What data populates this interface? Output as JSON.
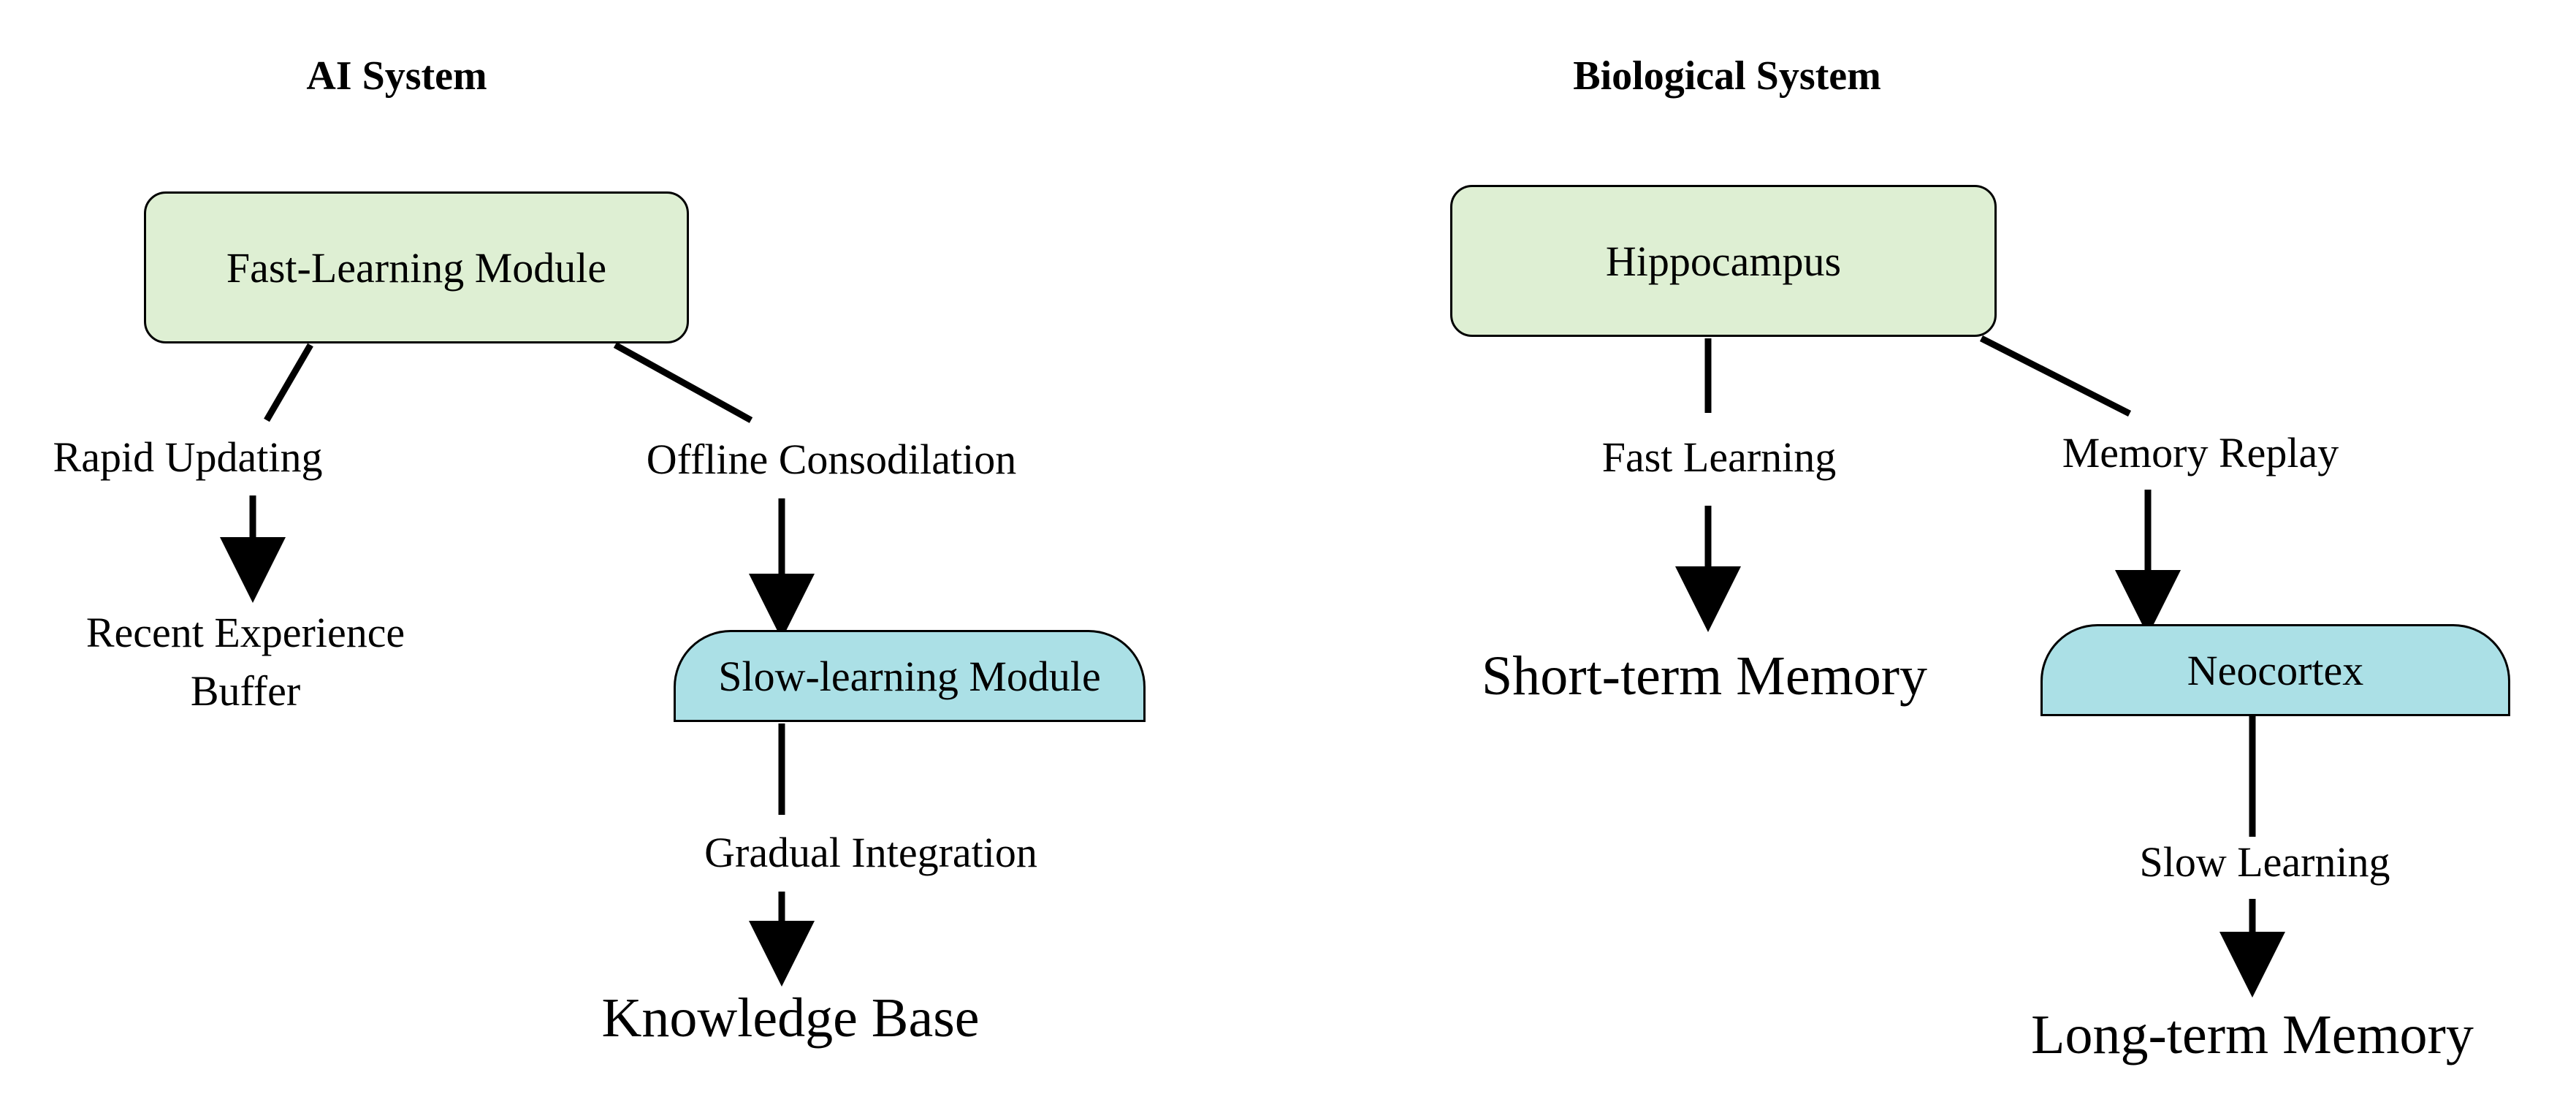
{
  "ai_system": {
    "title": "AI System",
    "fast_module": "Fast-Learning Module",
    "rapid_updating": "Rapid Updating",
    "recent_buffer_line1": "Recent Experience",
    "recent_buffer_line2": "Buffer",
    "offline_consolidation": "Offline Consodilation",
    "slow_module": "Slow-learning Module",
    "gradual_integration": "Gradual Integration",
    "knowledge_base": "Knowledge Base"
  },
  "biological_system": {
    "title": "Biological System",
    "hippocampus": "Hippocampus",
    "fast_learning": "Fast Learning",
    "short_term_memory": "Short-term Memory",
    "memory_replay": "Memory Replay",
    "neocortex": "Neocortex",
    "slow_learning": "Slow Learning",
    "long_term_memory": "Long-term Memory"
  },
  "colors": {
    "fast_fill": "#deefd3",
    "slow_fill": "#abe0e6",
    "stroke": "#000000"
  }
}
